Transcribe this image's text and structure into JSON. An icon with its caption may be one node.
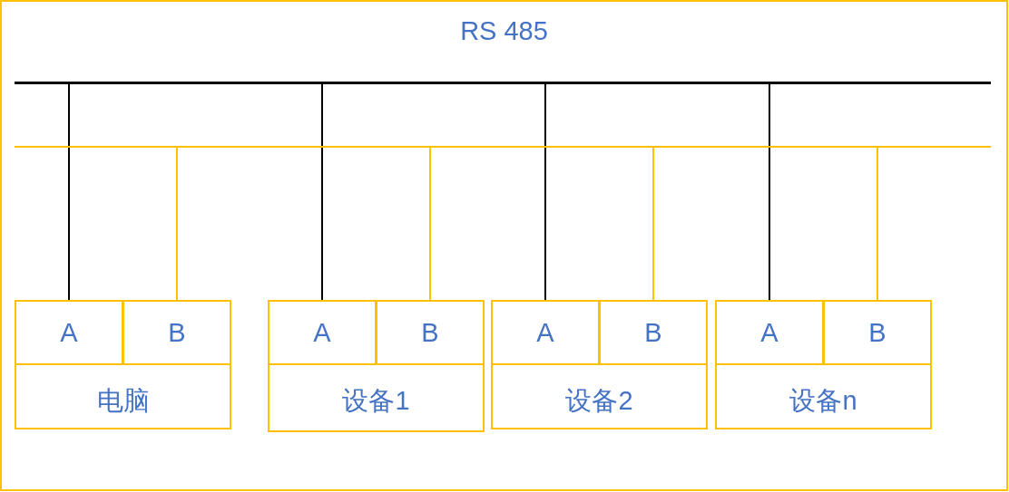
{
  "diagram": {
    "nodes": [
      {
        "text": [
          "RS 485"
        ]
      },
      {
        "text": [],
        "shape": "bar",
        "in": 0
      },
      {
        "text": [],
        "shape": "bar",
        "in": 0
      },
      {
        "text": [
          "电脑"
        ],
        "in": 0
      },
      {
        "text": [
          "A"
        ],
        "in": 3
      },
      {
        "text": [
          "B"
        ],
        "in": 3
      },
      {
        "text": [
          "设备1"
        ],
        "in": 0
      },
      {
        "text": [
          "A"
        ],
        "in": 6
      },
      {
        "text": [
          "B"
        ],
        "in": 6
      },
      {
        "text": [
          "设备2"
        ],
        "in": 0
      },
      {
        "text": [
          "A"
        ],
        "in": 9
      },
      {
        "text": [
          "B"
        ],
        "in": 9
      },
      {
        "text": [
          "设备n"
        ],
        "in": 0
      },
      {
        "text": [
          "A"
        ],
        "in": 12
      },
      {
        "text": [
          "B"
        ],
        "in": 12
      }
    ],
    "edges": [
      {
        "from": 1,
        "to": 4,
        "arrow": "none",
        "color": "#000000"
      },
      {
        "from": 2,
        "to": 5,
        "arrow": "none",
        "color": "#ffc000"
      },
      {
        "from": 1,
        "to": 7,
        "arrow": "none",
        "color": "#000000"
      },
      {
        "from": 2,
        "to": 8,
        "arrow": "none",
        "color": "#ffc000"
      },
      {
        "from": 1,
        "to": 10,
        "arrow": "none",
        "color": "#000000"
      },
      {
        "from": 2,
        "to": 11,
        "arrow": "none",
        "color": "#ffc000"
      },
      {
        "from": 1,
        "to": 13,
        "arrow": "none",
        "color": "#000000"
      },
      {
        "from": 2,
        "to": 14,
        "arrow": "none",
        "color": "#ffc000"
      }
    ]
  }
}
